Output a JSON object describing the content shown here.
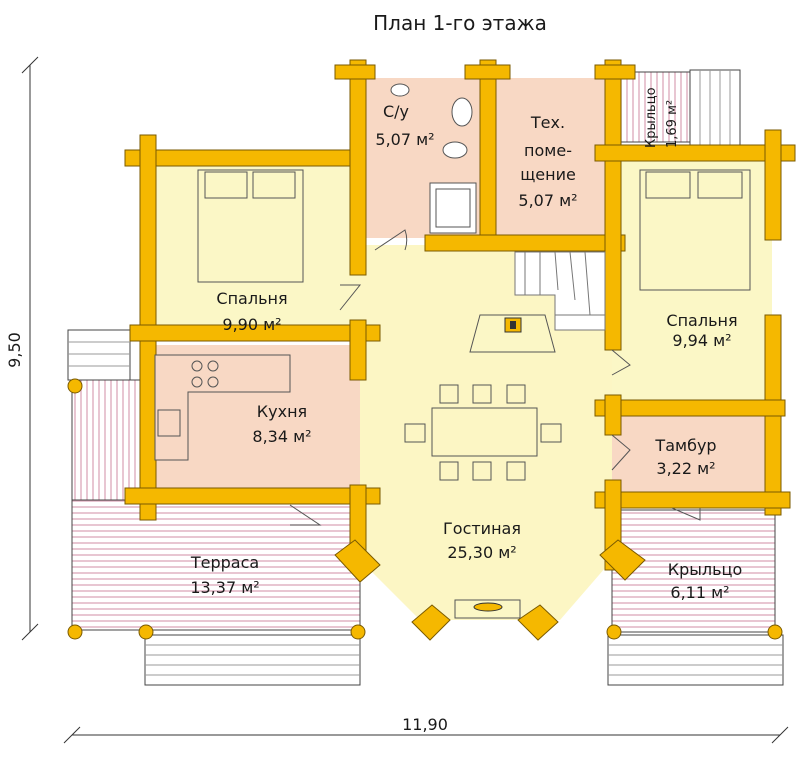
{
  "title": "План 1-го этажа",
  "dimensions": {
    "width": "11,90",
    "height": "9,50"
  },
  "rooms": {
    "wc": {
      "name": "С/у",
      "area": "5,07 м²"
    },
    "tech": {
      "line1": "Тех.",
      "line2": "поме-",
      "line3": "щение",
      "area": "5,07 м²"
    },
    "porch_small": {
      "name": "Крыльцо",
      "area": "1,69 м²"
    },
    "bedroom_left": {
      "name": "Спальня",
      "area": "9,90 м²"
    },
    "bedroom_right": {
      "name": "Спальня",
      "area": "9,94 м²"
    },
    "kitchen": {
      "name": "Кухня",
      "area": "8,34 м²"
    },
    "living": {
      "name": "Гостиная",
      "area": "25,30 м²"
    },
    "vestibule": {
      "name": "Тамбур",
      "area": "3,22 м²"
    },
    "terrace": {
      "name": "Терраса",
      "area": "13,37 м²"
    },
    "porch": {
      "name": "Крыльцо",
      "area": "6,11 м²"
    }
  },
  "colors": {
    "log": "#f5b800",
    "log_stroke": "#7a5a00",
    "bedroom": "#fbf7c6",
    "living": "#fcf6c4",
    "kitchen": "#f8d8c4",
    "wc": "#f8d8c4",
    "tech": "#f8d8c4",
    "vestibule": "#f8d8c4",
    "deck_stripe": "#d8a0b4",
    "line": "#444444"
  }
}
